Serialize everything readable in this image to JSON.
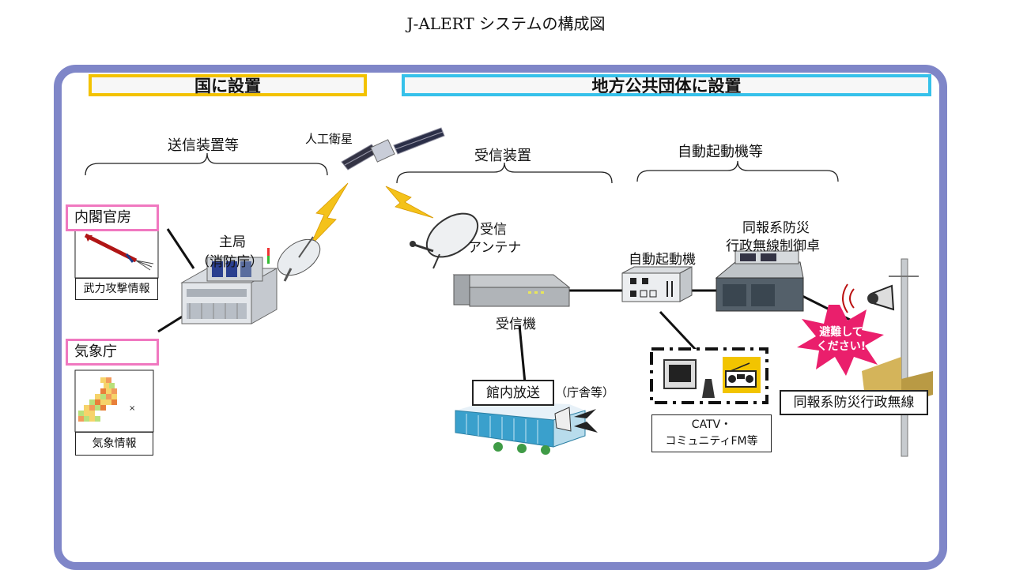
{
  "title": "J-ALERT システムの構成図",
  "headers": {
    "kuni": "国に設置",
    "chiho": "地方公共団体に設置"
  },
  "groups": {
    "sender": "送信装置等",
    "receiver": "受信装置",
    "auto": "自動起動機等"
  },
  "nodes": {
    "satellite": "人工衛星",
    "cabinet": "内閣官房",
    "attack_info": "武力攻撃情報",
    "jma": "気象庁",
    "weather_info": "気象情報",
    "main_station_l1": "主局",
    "main_station_l2": "（消防庁）",
    "antenna_l1": "受信",
    "antenna_l2": "アンテナ",
    "receiver_unit": "受信機",
    "auto_starter": "自動起動機",
    "console_l1": "同報系防災",
    "console_l2": "行政無線制御卓",
    "in_building": "館内放送",
    "office": "（庁舎等）",
    "catv_l1": "CATV・",
    "catv_l2": "コミュニティFM等",
    "warning_l1": "避難して",
    "warning_l2": "ください!",
    "radio_system": "同報系防災行政無線"
  },
  "colors": {
    "frame": "#7f86c8",
    "kuni_border": "#f3c200",
    "chiho_border": "#36c1ea",
    "pink": "#f078c0",
    "bolt": "#f4c21a",
    "burst": "#ea1f6c"
  }
}
